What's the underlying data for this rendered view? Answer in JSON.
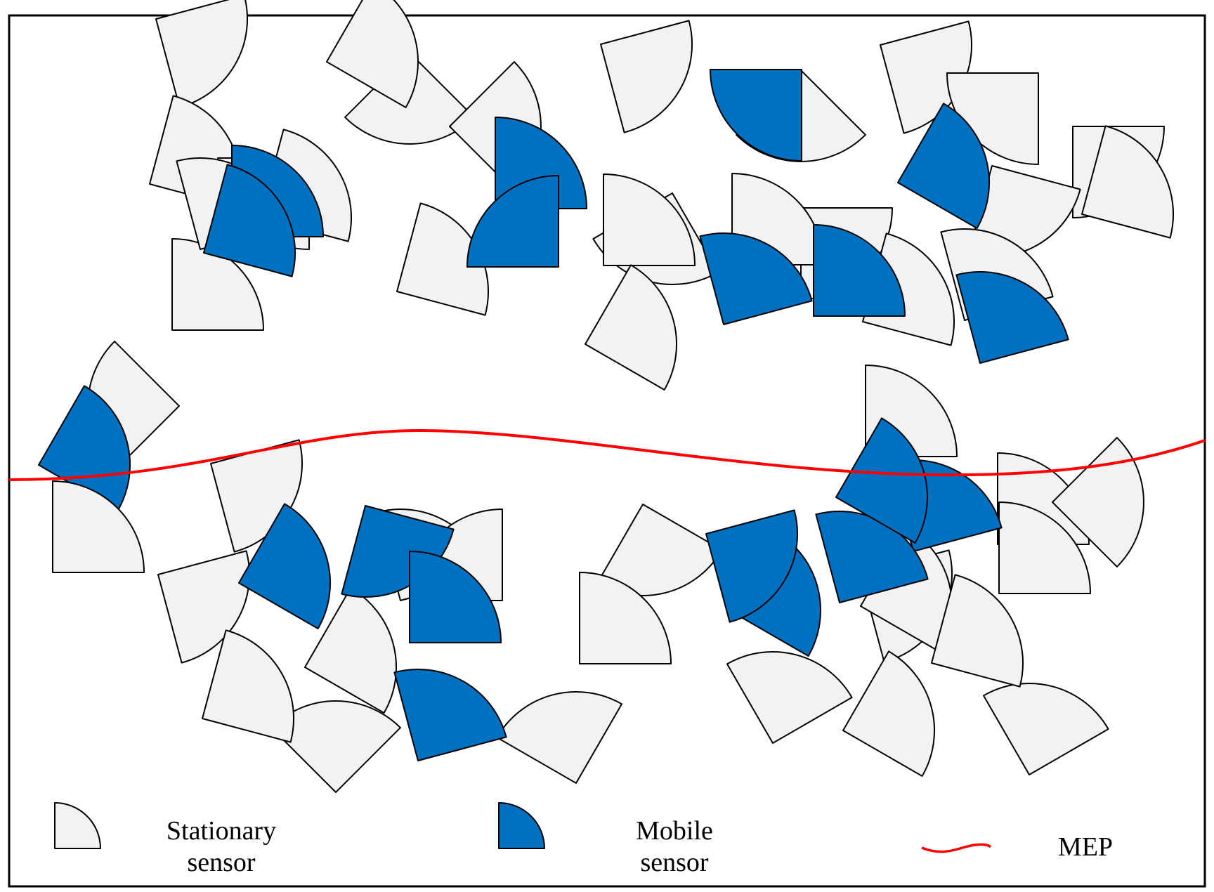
{
  "colors": {
    "stationary_fill": "#f2f2f2",
    "mobile_fill": "#0070c0",
    "outline": "#000000",
    "mep_line": "#ff0000",
    "frame": "#000000"
  },
  "legend": {
    "stationary": {
      "line1": "Stationary",
      "line2": "sensor"
    },
    "mobile": {
      "line1": "Mobile",
      "line2": "sensor"
    },
    "mep": {
      "label": "MEP"
    }
  }
}
